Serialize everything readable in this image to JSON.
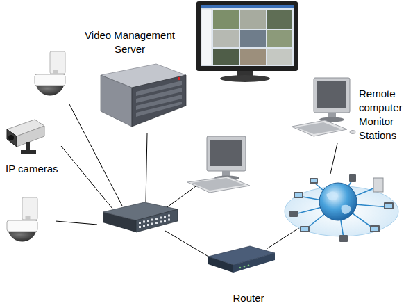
{
  "diagram": {
    "nodes": [
      {
        "text": [
          "Video Management Server"
        ]
      },
      {
        "text": [
          "Remote computer Monitor Stations"
        ]
      },
      {
        "text": [
          "Router"
        ]
      }
    ],
    "labels": [
      "IP cameras"
    ]
  }
}
